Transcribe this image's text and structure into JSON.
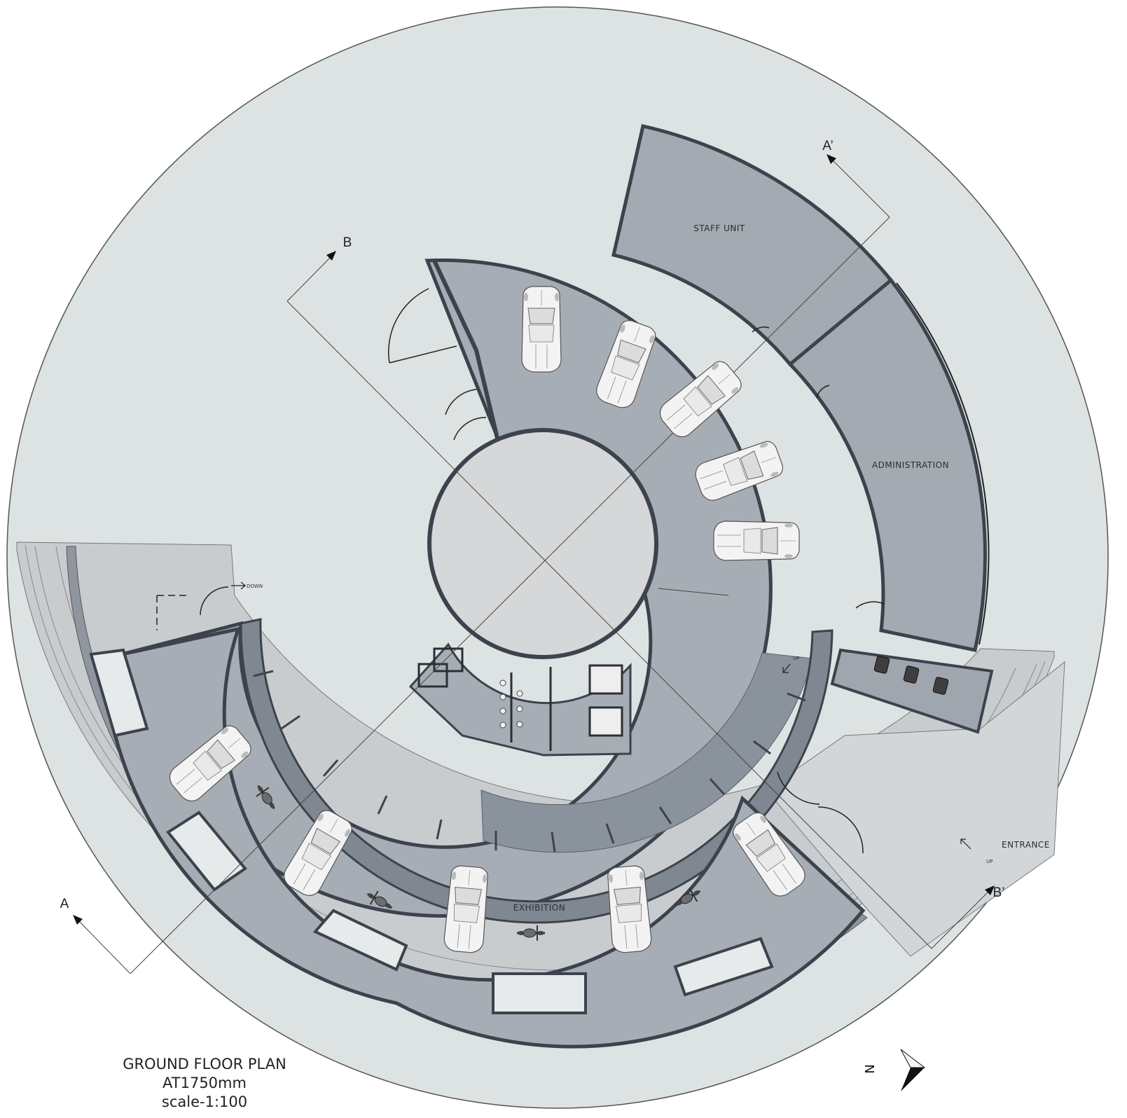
{
  "rooms": {
    "staff_unit": "STAFF UNIT",
    "administration": "ADMINISTRATION",
    "exhibition": "EXHIBITION"
  },
  "annotations": {
    "entrance": "ENTRANCE",
    "down": "DOWN",
    "up_ramp": "UP",
    "up_entrance": "UP"
  },
  "sections": {
    "a": "A",
    "a_prime": "A’",
    "b": "B",
    "b_prime": "B’"
  },
  "title_block": {
    "title": "GROUND FLOOR PLAN",
    "level": "AT1750mm",
    "scale": "scale-1:100"
  },
  "north": "N",
  "colors": {
    "site": "#dde3e3",
    "floor": "#a7adb5",
    "core": "#d5d7d8",
    "wall": "#3c434c",
    "ramp": "#8a939c",
    "plinth": "#e6eaea"
  }
}
